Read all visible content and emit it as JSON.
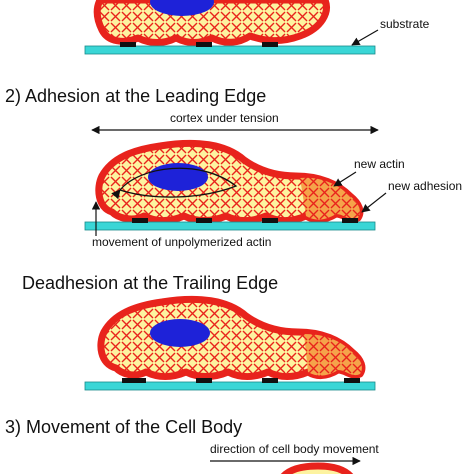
{
  "labels": {
    "substrate": "substrate",
    "cortex_under_tension": "cortex under tension",
    "new_actin": "new actin",
    "new_adhesion": "new adhesion",
    "movement_unpolymerized_actin": "movement of unpolymerized actin",
    "direction_cell_body_movement": "direction of cell body movement"
  },
  "headings": {
    "step2": "2) Adhesion at the Leading Edge",
    "deadhesion": "Deadhesion at the Trailing Edge",
    "step3": "3) Movement of the Cell Body"
  },
  "colors": {
    "cortex": "#e8231c",
    "cytoplasm": "#fdf3a0",
    "nucleus": "#1e22d8",
    "new_actin": "#f5a34a",
    "substrate": "#3ad6d6",
    "adhesion": "#111111",
    "arrow": "#111111"
  }
}
